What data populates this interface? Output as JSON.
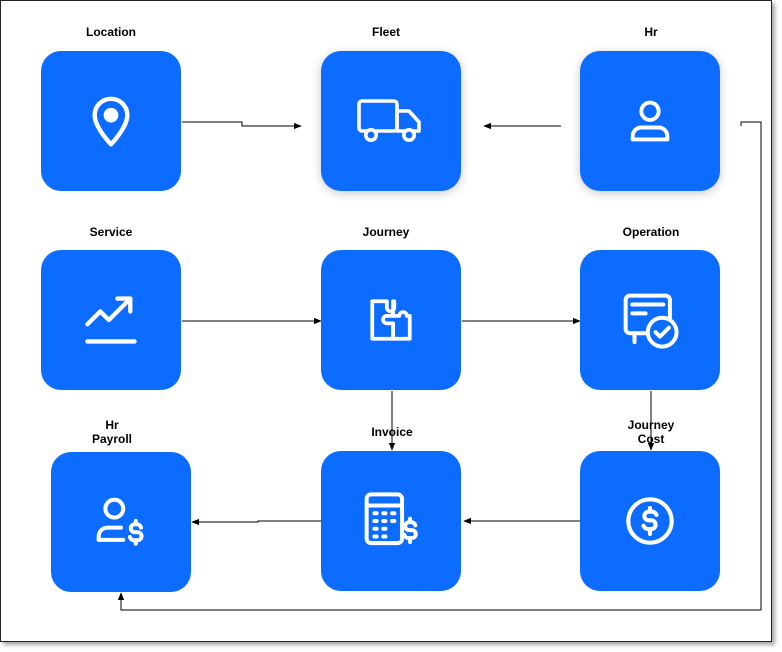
{
  "colors": {
    "node": "#0B6CFF",
    "icon": "#FFFFFF",
    "edge": "#000000"
  },
  "nodes": {
    "location": {
      "label": "Location",
      "icon": "map-pin-icon"
    },
    "fleet": {
      "label": "Fleet",
      "icon": "truck-icon"
    },
    "hr": {
      "label": "Hr",
      "icon": "user-icon"
    },
    "service": {
      "label": "Service",
      "icon": "trending-up-icon"
    },
    "journey": {
      "label": "Journey",
      "icon": "puzzle-icon"
    },
    "operation": {
      "label": "Operation",
      "icon": "certificate-check-icon"
    },
    "hr_payroll": {
      "label": "Hr\nPayroll",
      "icon": "user-dollar-icon"
    },
    "invoice": {
      "label": "Invoice",
      "icon": "calculator-dollar-icon"
    },
    "journey_cost": {
      "label": "Journey\nCost",
      "icon": "dollar-circle-icon"
    }
  },
  "edges": [
    {
      "from": "location",
      "to": "fleet"
    },
    {
      "from": "hr",
      "to": "fleet"
    },
    {
      "from": "service",
      "to": "journey"
    },
    {
      "from": "journey",
      "to": "operation"
    },
    {
      "from": "journey",
      "to": "invoice"
    },
    {
      "from": "operation",
      "to": "journey_cost"
    },
    {
      "from": "journey_cost",
      "to": "invoice"
    },
    {
      "from": "invoice",
      "to": "hr_payroll"
    },
    {
      "from": "hr",
      "to": "hr_payroll"
    }
  ]
}
